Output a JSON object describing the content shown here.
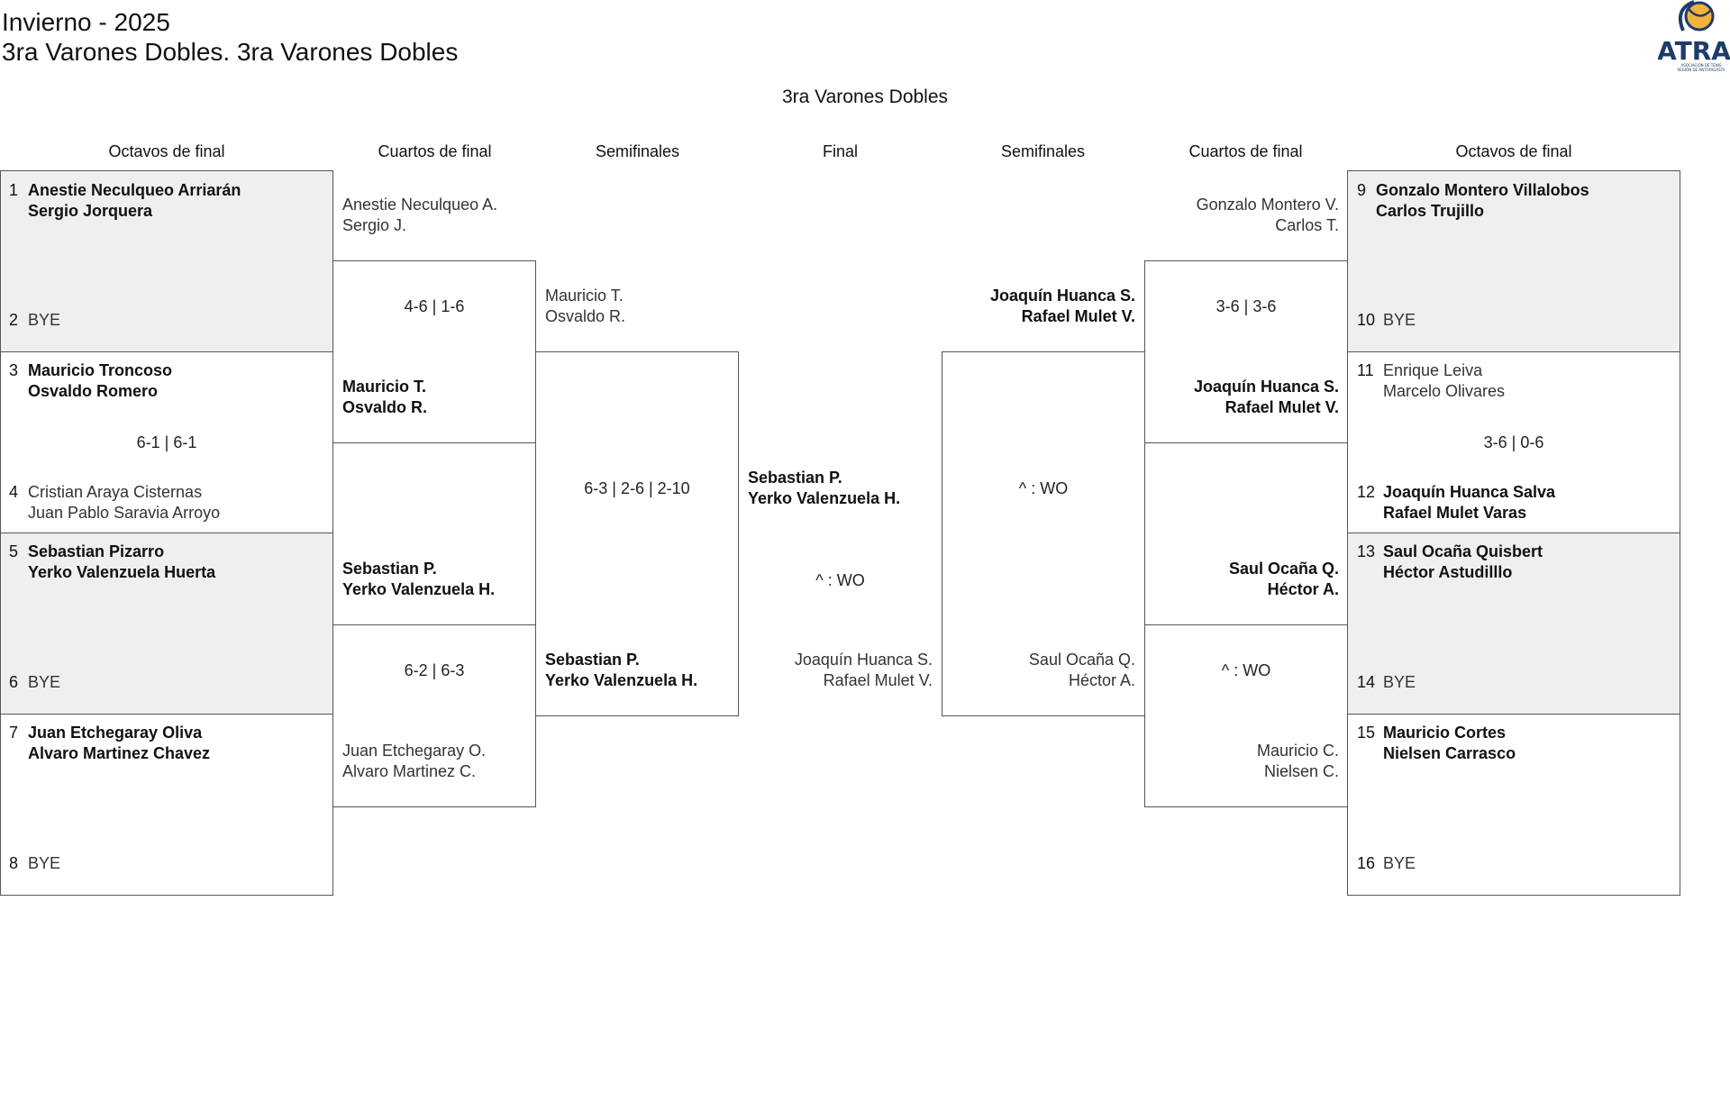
{
  "header": {
    "line1": "Invierno - 2025",
    "line2": "3ra Varones Dobles. 3ra Varones Dobles",
    "bracket_title": "3ra Varones Dobles"
  },
  "logo": {
    "text": "ATRA",
    "subtext": "ASOCIACIÓN DE TENIS REGIÓN DE ANTOFAGASTA",
    "color": "#1f3b6b",
    "accent": "#f2b33d"
  },
  "rounds": {
    "left": [
      "Octavos de final",
      "Cuartos de final",
      "Semifinales"
    ],
    "final": "Final",
    "right": [
      "Semifinales",
      "Cuartos de final",
      "Octavos de final"
    ]
  },
  "r16_left": [
    {
      "seed": "1",
      "p1": "Anestie Neculqueo Arriarán",
      "p2": "Sergio Jorquera"
    },
    {
      "seed": "2",
      "p1": "BYE",
      "p2": ""
    },
    {
      "seed": "3",
      "p1": "Mauricio Troncoso",
      "p2": "Osvaldo Romero"
    },
    {
      "seed": "4",
      "p1": "Cristian Araya Cisternas",
      "p2": "Juan Pablo Saravia Arroyo"
    },
    {
      "seed": "5",
      "p1": "Sebastian Pizarro",
      "p2": "Yerko Valenzuela Huerta"
    },
    {
      "seed": "6",
      "p1": "BYE",
      "p2": ""
    },
    {
      "seed": "7",
      "p1": "Juan Etchegaray Oliva",
      "p2": "Alvaro Martinez Chavez"
    },
    {
      "seed": "8",
      "p1": "BYE",
      "p2": ""
    }
  ],
  "r16_right": [
    {
      "seed": "9",
      "p1": "Gonzalo Montero Villalobos",
      "p2": "Carlos Trujillo"
    },
    {
      "seed": "10",
      "p1": "BYE",
      "p2": ""
    },
    {
      "seed": "11",
      "p1": "Enrique Leiva",
      "p2": "Marcelo Olivares"
    },
    {
      "seed": "12",
      "p1": "Joaquín Huanca Salva",
      "p2": "Rafael Mulet Varas"
    },
    {
      "seed": "13",
      "p1": "Saul Ocaña Quisbert",
      "p2": "Héctor Astudilllo"
    },
    {
      "seed": "14",
      "p1": "BYE",
      "p2": ""
    },
    {
      "seed": "15",
      "p1": "Mauricio Cortes",
      "p2": "Nielsen Carrasco"
    },
    {
      "seed": "16",
      "p1": "BYE",
      "p2": ""
    }
  ],
  "r16_scores": {
    "left_match2": "6-1 | 6-1",
    "right_match2": "3-6 | 0-6"
  },
  "qf_left": [
    {
      "p1": "Anestie Neculqueo A.",
      "p2": "Sergio J."
    },
    {
      "p1": "Mauricio T.",
      "p2": "Osvaldo R."
    },
    {
      "p1": "Sebastian P.",
      "p2": "Yerko Valenzuela H."
    },
    {
      "p1": "Juan Etchegaray O.",
      "p2": "Alvaro Martinez C."
    }
  ],
  "qf_left_scores": [
    "4-6 | 1-6",
    "6-2 | 6-3"
  ],
  "qf_right": [
    {
      "p1": "Gonzalo Montero V.",
      "p2": "Carlos T."
    },
    {
      "p1": "Joaquín Huanca S.",
      "p2": "Rafael Mulet V."
    },
    {
      "p1": "Saul Ocaña Q.",
      "p2": "Héctor A."
    },
    {
      "p1": "Mauricio C.",
      "p2": "Nielsen C."
    }
  ],
  "qf_right_scores": [
    "3-6 | 3-6",
    "^ : WO"
  ],
  "sf_left": [
    {
      "p1": "Mauricio T.",
      "p2": "Osvaldo R."
    },
    {
      "p1": "Sebastian P.",
      "p2": "Yerko Valenzuela H."
    }
  ],
  "sf_left_score": "6-3 | 2-6 | 2-10",
  "sf_right": [
    {
      "p1": "Joaquín Huanca S.",
      "p2": "Rafael Mulet V."
    },
    {
      "p1": "Saul Ocaña Q.",
      "p2": "Héctor A."
    }
  ],
  "sf_right_score": "^ : WO",
  "final": {
    "p1": {
      "p1": "Sebastian P.",
      "p2": "Yerko Valenzuela H."
    },
    "score": "^ : WO",
    "p2": {
      "p1": "Joaquín Huanca S.",
      "p2": "Rafael Mulet V."
    }
  }
}
